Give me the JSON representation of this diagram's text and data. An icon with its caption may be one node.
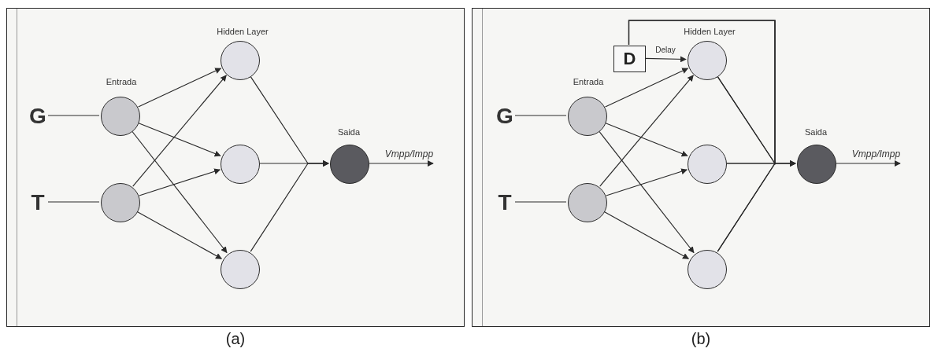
{
  "diagram": {
    "nodes": [
      {
        "text": [],
        "shape": "box",
        "beside": [
          "(a)"
        ]
      },
      {
        "text": [
          "G"
        ],
        "in": 0
      },
      {
        "text": [
          "T"
        ],
        "in": 0
      },
      {
        "text": [],
        "shape": "circle",
        "in": 0
      },
      {
        "text": [],
        "shape": "circle",
        "in": 0
      },
      {
        "text": [],
        "shape": "circle",
        "in": 0
      },
      {
        "text": [],
        "shape": "circle",
        "in": 0
      },
      {
        "text": [],
        "shape": "circle",
        "in": 0
      },
      {
        "text": [],
        "shape": "circle",
        "in": 0
      },
      {
        "text": [],
        "shape": "box",
        "beside": [
          "(b)"
        ]
      },
      {
        "text": [
          "G"
        ],
        "in": 9
      },
      {
        "text": [
          "T"
        ],
        "in": 9
      },
      {
        "text": [],
        "shape": "circle",
        "in": 9
      },
      {
        "text": [],
        "shape": "circle",
        "in": 9
      },
      {
        "text": [],
        "shape": "circle",
        "in": 9
      },
      {
        "text": [],
        "shape": "circle",
        "in": 9
      },
      {
        "text": [],
        "shape": "circle",
        "in": 9
      },
      {
        "text": [
          "D"
        ],
        "in": 9
      },
      {
        "text": [],
        "shape": "circle",
        "in": 9
      }
    ],
    "edges": [
      {
        "from": 1,
        "to": 3,
        "arrow": "none"
      },
      {
        "from": 2,
        "to": 4,
        "arrow": "none"
      },
      {
        "from": 3,
        "to": 5,
        "arrow": "to"
      },
      {
        "from": 3,
        "to": 6,
        "arrow": "to"
      },
      {
        "from": 3,
        "to": 7,
        "arrow": "to"
      },
      {
        "from": 4,
        "to": 5,
        "arrow": "to"
      },
      {
        "from": 4,
        "to": 6,
        "arrow": "to"
      },
      {
        "from": 4,
        "to": 7,
        "arrow": "to"
      },
      {
        "from": 5,
        "to": 8,
        "arrow": "to"
      },
      {
        "from": 6,
        "to": 8,
        "arrow": "to"
      },
      {
        "from": 7,
        "to": 8,
        "arrow": "to"
      },
      {
        "from": 8,
        "to": null,
        "arrow": "to",
        "label": "Vmpp/Impp"
      },
      {
        "from": 10,
        "to": 12,
        "arrow": "none"
      },
      {
        "from": 11,
        "to": 13,
        "arrow": "none"
      },
      {
        "from": 12,
        "to": 14,
        "arrow": "to"
      },
      {
        "from": 12,
        "to": 15,
        "arrow": "to"
      },
      {
        "from": 12,
        "to": 16,
        "arrow": "to"
      },
      {
        "from": 13,
        "to": 14,
        "arrow": "to"
      },
      {
        "from": 13,
        "to": 15,
        "arrow": "to"
      },
      {
        "from": 13,
        "to": 16,
        "arrow": "to"
      },
      {
        "from": 17,
        "to": 14,
        "arrow": "to",
        "label": "Delay"
      },
      {
        "from": 14,
        "to": 18,
        "arrow": "to"
      },
      {
        "from": 15,
        "to": 18,
        "arrow": "to"
      },
      {
        "from": 16,
        "to": 18,
        "arrow": "to"
      },
      {
        "from": 14,
        "to": 17,
        "arrow": "none"
      },
      {
        "from": 15,
        "to": 17,
        "arrow": "none"
      },
      {
        "from": 16,
        "to": 17,
        "arrow": "none"
      },
      {
        "from": 18,
        "to": null,
        "arrow": "to",
        "label": "Vmpp/Impp"
      }
    ],
    "labels": [
      "Hidden Layer",
      "Entrada",
      "Saida",
      "Hidden Layer",
      "Entrada",
      "Saida"
    ]
  }
}
